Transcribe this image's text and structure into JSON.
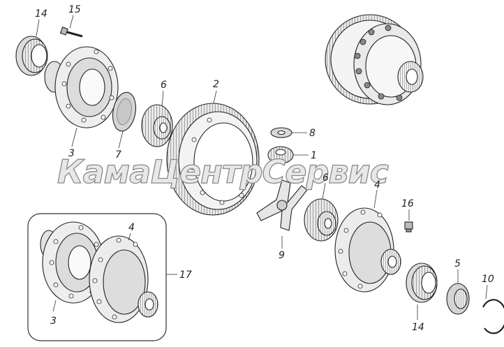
{
  "diagram": {
    "watermark": "КамаЦентрСервис",
    "corner_stamp": "",
    "callouts": [
      {
        "id": "14-top",
        "text": "14"
      },
      {
        "id": "15",
        "text": "15"
      },
      {
        "id": "3-top",
        "text": "3"
      },
      {
        "id": "7",
        "text": "7"
      },
      {
        "id": "6-top",
        "text": "6"
      },
      {
        "id": "2",
        "text": "2"
      },
      {
        "id": "8",
        "text": "8"
      },
      {
        "id": "1",
        "text": "1"
      },
      {
        "id": "6-mid",
        "text": "6"
      },
      {
        "id": "9",
        "text": "9"
      },
      {
        "id": "4-right",
        "text": "4"
      },
      {
        "id": "16",
        "text": "16"
      },
      {
        "id": "5",
        "text": "5"
      },
      {
        "id": "10",
        "text": "10"
      },
      {
        "id": "14-bottom",
        "text": "14"
      },
      {
        "id": "4-left",
        "text": "4"
      },
      {
        "id": "17",
        "text": "17"
      },
      {
        "id": "3-bottom",
        "text": "3"
      }
    ]
  }
}
